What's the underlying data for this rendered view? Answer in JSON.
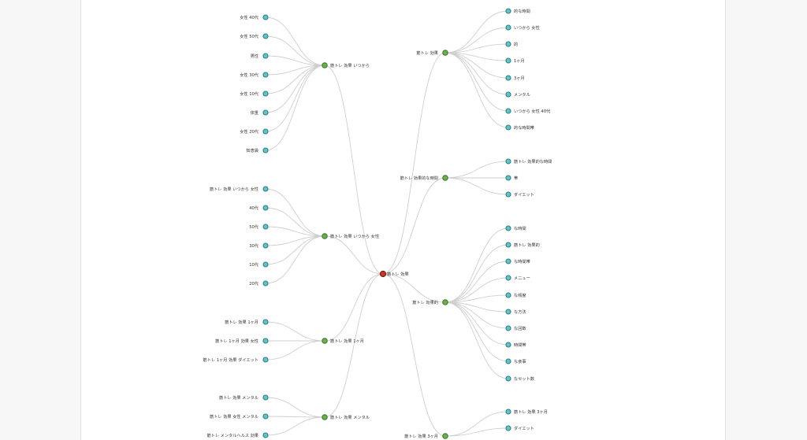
{
  "colors": {
    "root_fill": "#c0392b",
    "root_stroke": "#7b1d14",
    "branch_fill": "#6ab04c",
    "branch_stroke": "#3e7a2a",
    "leaf_fill": "#5fc5c5",
    "leaf_stroke": "#2d7f86",
    "link": "#cfcfcf"
  },
  "mindmap": {
    "root": {
      "label": "筋トレ 効果"
    },
    "left_branches": [
      {
        "label": "筋トレ 効果 いつから",
        "leaves": [
          "女性 40代",
          "女性 50代",
          "男性",
          "女性 30代",
          "女性 10代",
          "体重",
          "女性 20代",
          "知恵袋"
        ]
      },
      {
        "label": "筋トレ 効果 いつから 女性",
        "leaves": [
          "筋トレ 効果 いつから 女性",
          "40代",
          "50代",
          "30代",
          "10代",
          "20代"
        ]
      },
      {
        "label": "筋トレ 効果 1ヶ月",
        "leaves": [
          "筋トレ 効果 1ヶ月",
          "筋トレ 1ヶ月 効果 女性",
          "筋トレ 1ヶ月 効果 ダイエット"
        ]
      },
      {
        "label": "筋トレ 効果 メンタル",
        "leaves": [
          "筋トレ 効果 メンタル",
          "筋トレ 効果 女性 メンタル",
          "筋トレ メンタルヘルス 効果"
        ]
      }
    ],
    "right_branches": [
      {
        "label": "筋トレ 効果",
        "leaves": [
          "的な時間",
          "いつから 女性",
          "的",
          "1ヶ月",
          "3ヶ月",
          "メンタル",
          "いつから 女性 40代",
          "的な時間帯"
        ]
      },
      {
        "label": "筋トレ 効果的な時間",
        "leaves": [
          "筋トレ 効果的な時間",
          "帯",
          "ダイエット"
        ]
      },
      {
        "label": "筋トレ 効果的",
        "leaves": [
          "な時間",
          "筋トレ 効果的",
          "な時間帯",
          "メニュー",
          "な頻度",
          "な方法",
          "な回数",
          "時間帯",
          "な食事",
          "なセット数"
        ]
      },
      {
        "label": "筋トレ 効果 3ヶ月",
        "leaves": [
          "筋トレ 効果 3ヶ月",
          "ダイエット"
        ]
      }
    ]
  }
}
